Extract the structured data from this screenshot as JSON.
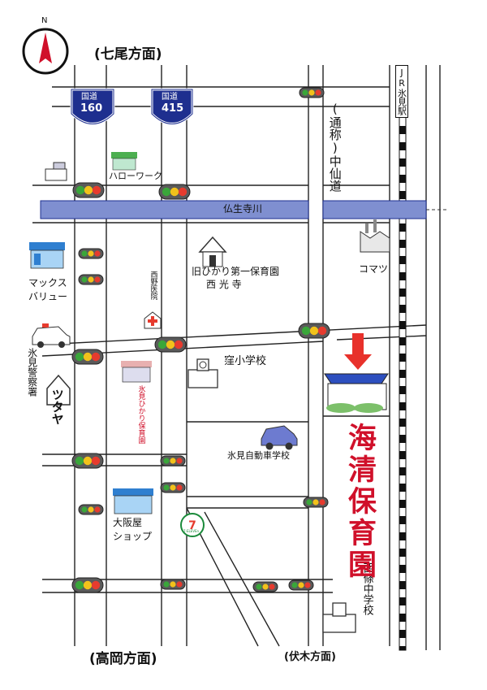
{
  "directions": {
    "north": "(七尾方面)",
    "south_left": "(高岡方面)",
    "south_right": "(伏木方面)"
  },
  "compass": "N",
  "routes": [
    {
      "label": "国道",
      "number": "160"
    },
    {
      "label": "国道",
      "number": "415"
    }
  ],
  "river": "仏生寺川",
  "street": "(通称)中仙道",
  "station": "JR氷見駅",
  "landmarks": {
    "hello_work": "ハローワーク",
    "max_value": [
      "マックス",
      "バリュー"
    ],
    "old_nursery": [
      "旧ひかり第一保育園",
      "西 光 寺"
    ],
    "komatsu": "コマツ",
    "hospital": "西野医院",
    "kubo_school": "窪小学校",
    "police": "氷見警察署",
    "tsutaya": "ツタヤ",
    "hikari": "氷見ひかり保育園",
    "driving_school": "氷見自動車学校",
    "osakaya": [
      "大阪屋",
      "ショップ"
    ],
    "seven_eleven": "7-ELEVEn",
    "seijo": "西條中学校"
  },
  "destination": "海清保育園",
  "colors": {
    "river": "#7f8fd0",
    "route_shield": "#1e2f8f",
    "accent": "#d0102a",
    "arrow": "#e8312b"
  }
}
